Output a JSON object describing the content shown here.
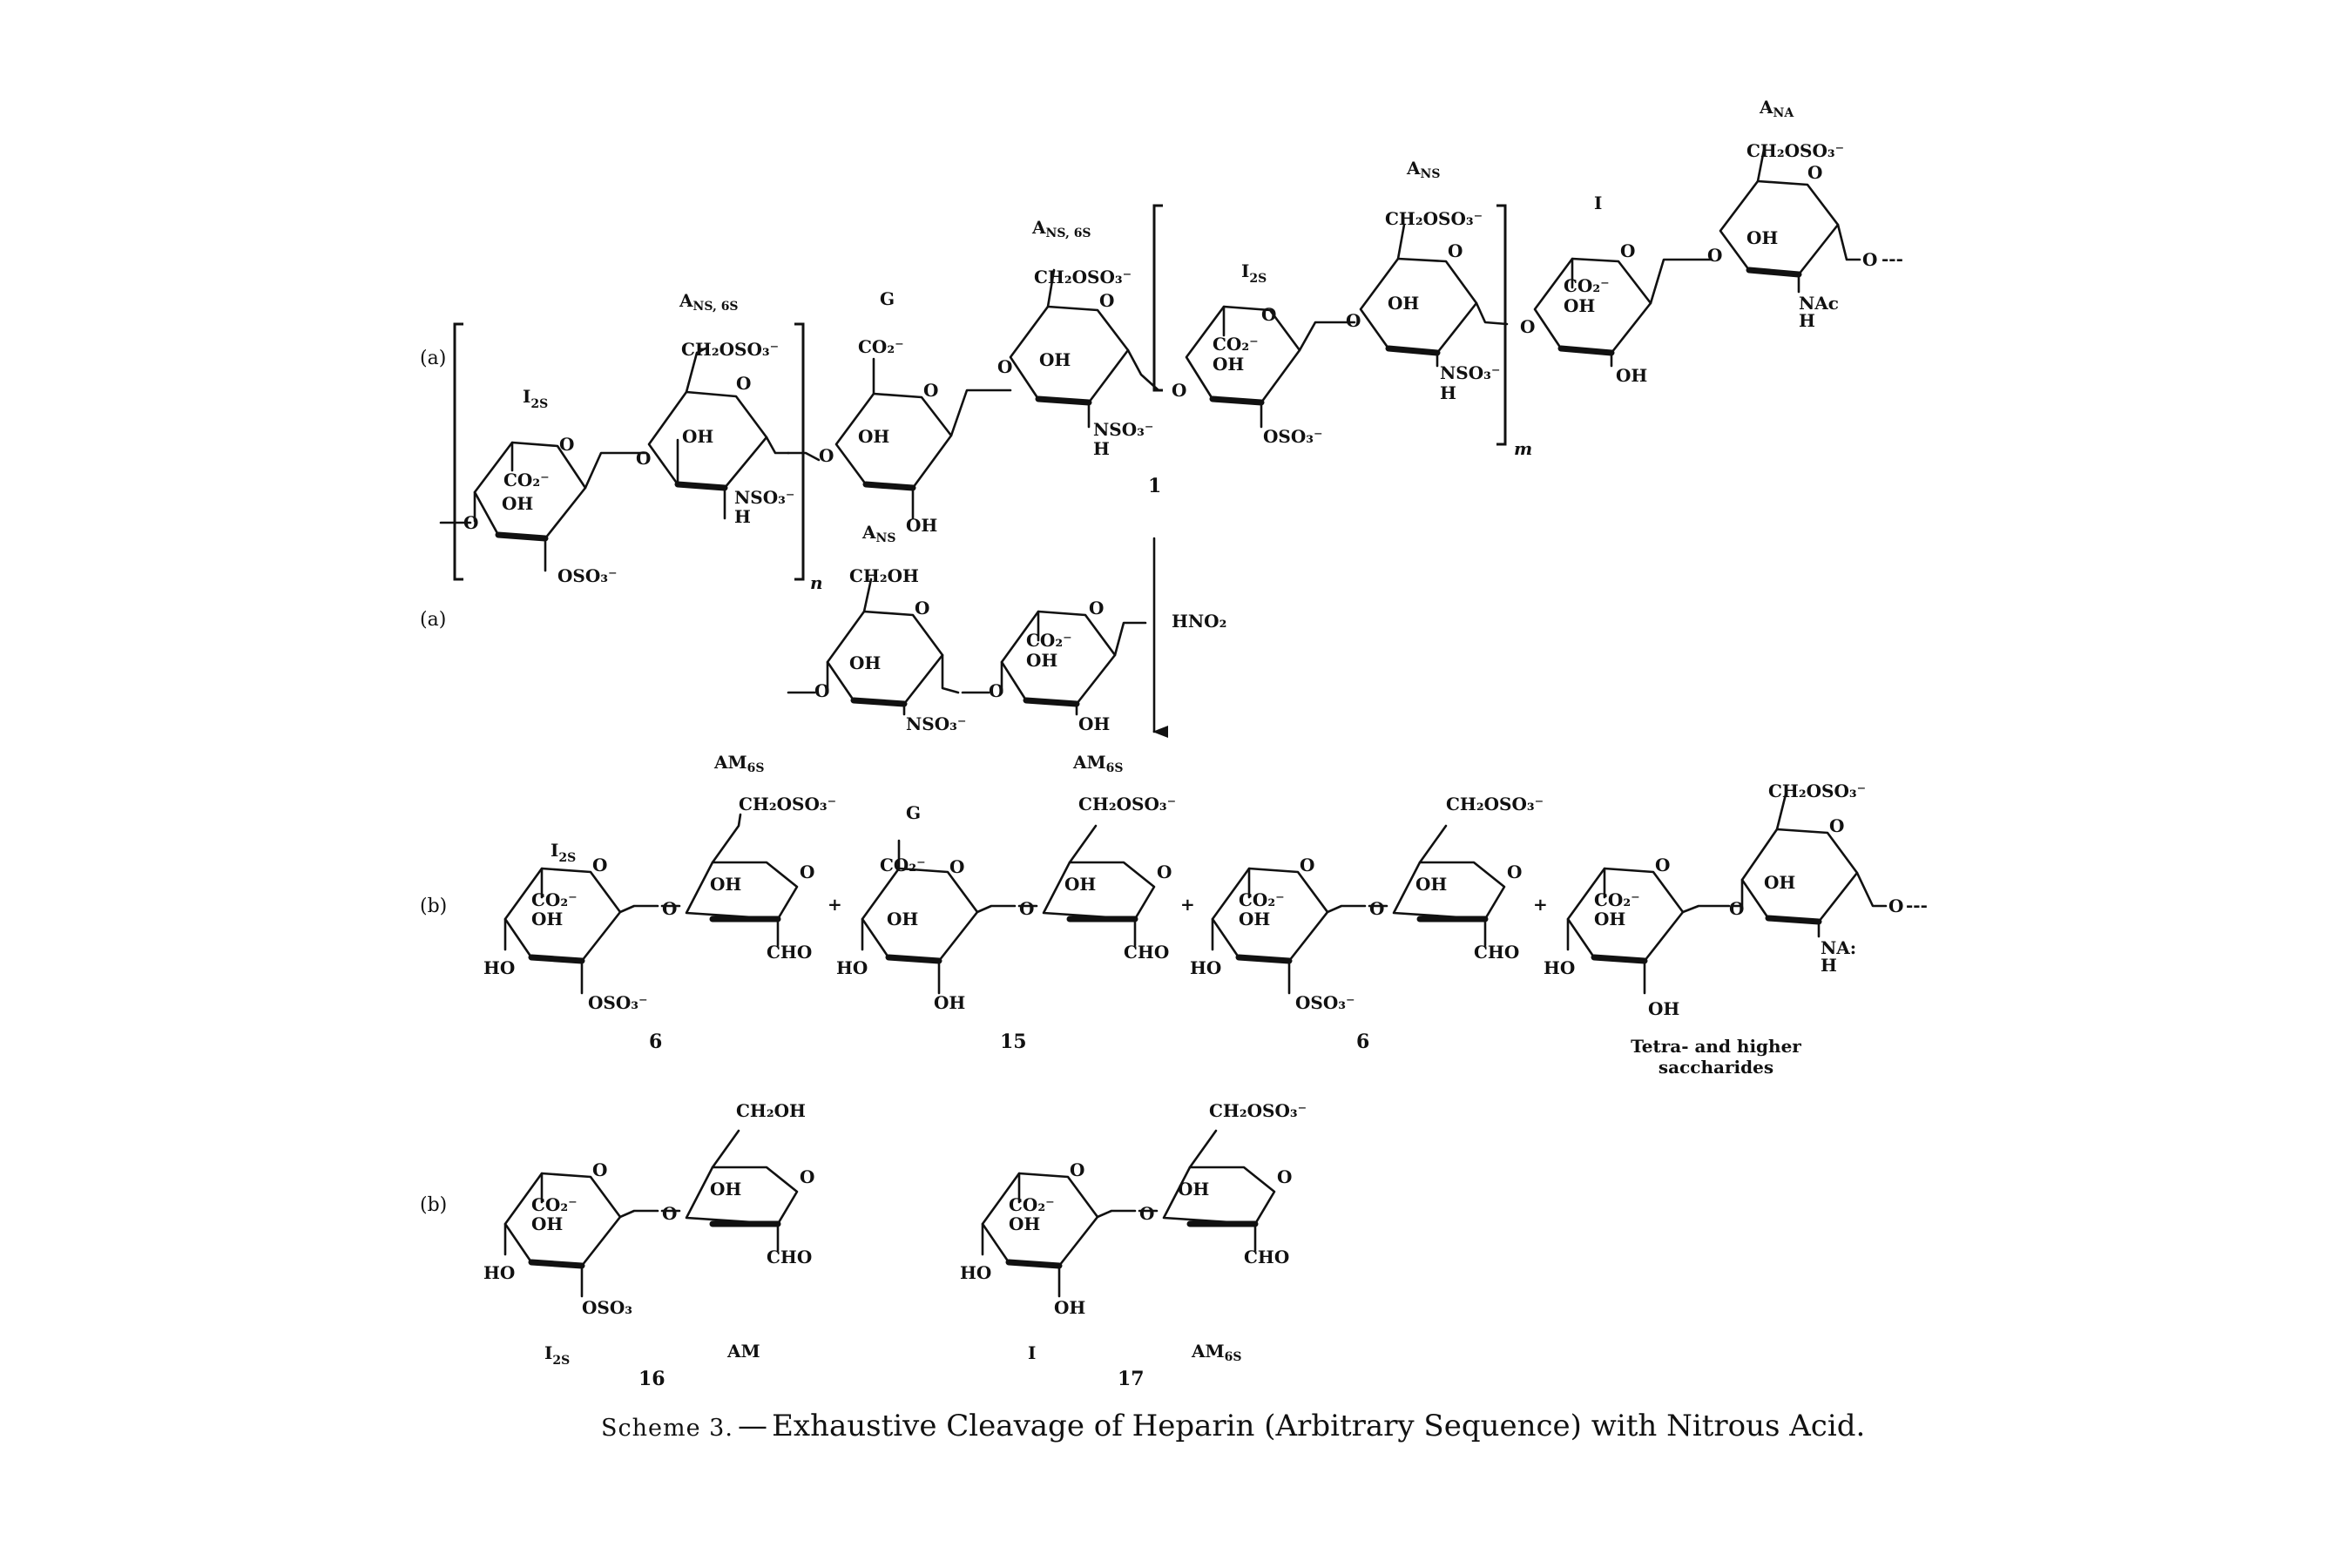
{
  "caption": {
    "scheme": "Scheme 3.",
    "dash": "—",
    "text": "Exhaustive Cleavage of Heparin (Arbitrary Sequence) with Nitrous Acid."
  },
  "rows": {
    "a": "(a)",
    "b": "(b)"
  },
  "reagent": "HNO₂",
  "residues": {
    "I": "I",
    "G": "G",
    "A": "A",
    "AM": "AM",
    "sub_2S": "2S",
    "sub_NS6S": "NS, 6S",
    "sub_NS": "NS",
    "sub_NA": "NA",
    "sub_6S": "6S"
  },
  "repeat": {
    "n": "n",
    "m": "m"
  },
  "compounds": {
    "c1": "1",
    "c6": "6",
    "c15": "15",
    "c16": "16",
    "c17": "17"
  },
  "groups": {
    "CO2": "CO₂⁻",
    "OH": "OH",
    "HO": "HO",
    "O": "O",
    "OSO3": "OSO₃⁻",
    "OSO3_plain": "OSO₃",
    "CH2OSO3": "CH₂OSO₃⁻",
    "CH2OH": "CH₂OH",
    "NSO3": "NSO₃⁻",
    "H": "H",
    "NAc": "NAc",
    "NAc_b": "NA:",
    "CHO": "CHO",
    "plus": "+",
    "dots": "---"
  },
  "products_note": [
    "Tetra- and higher",
    "saccharides"
  ]
}
